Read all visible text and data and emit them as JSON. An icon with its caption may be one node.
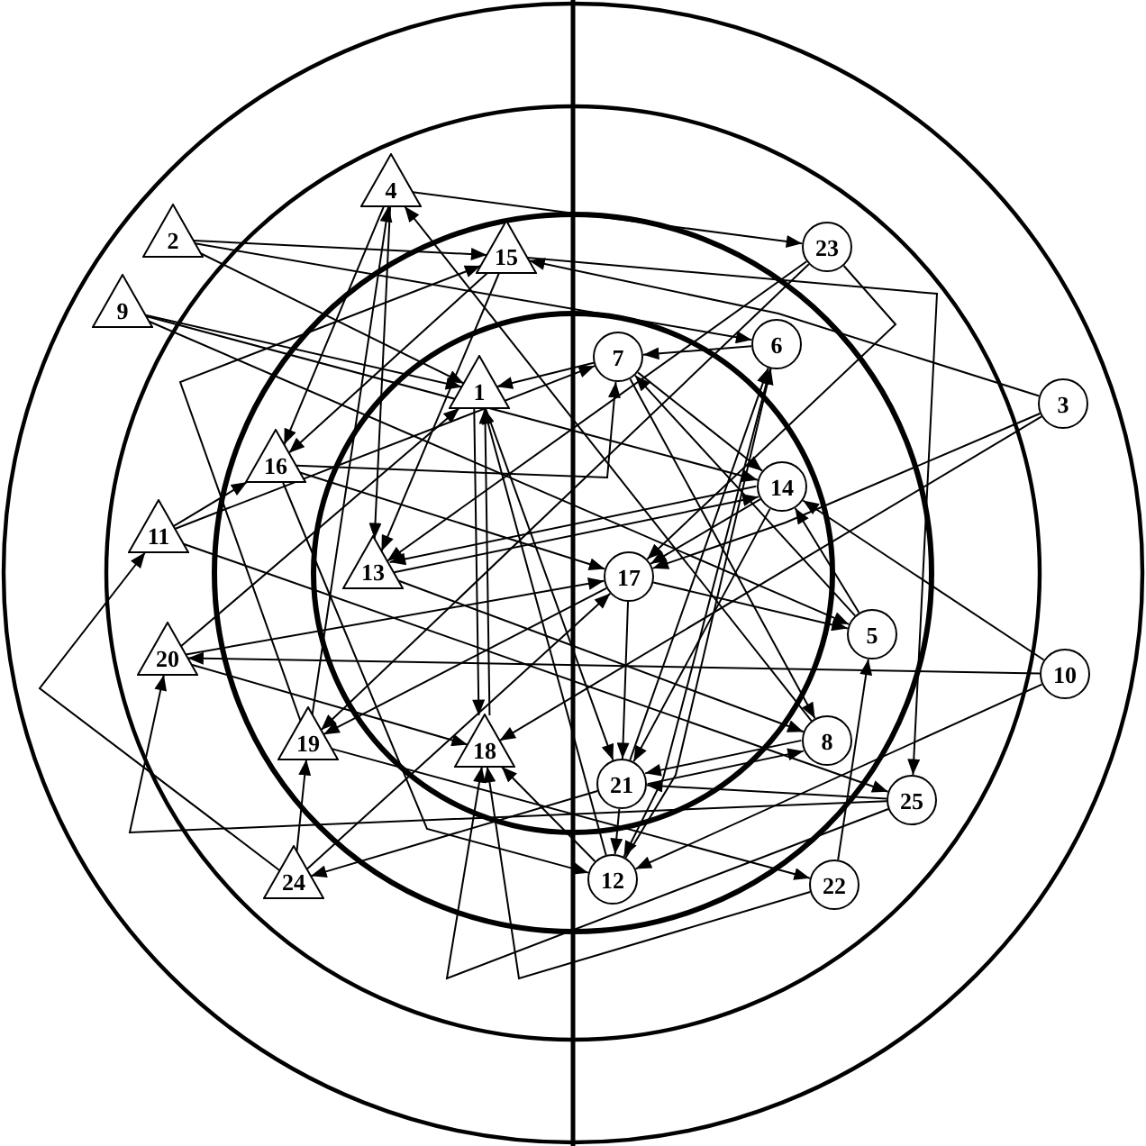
{
  "diagram": {
    "nodes": [
      {
        "text": [
          "1"
        ]
      },
      {
        "text": [
          "2"
        ]
      },
      {
        "text": [
          "3"
        ]
      },
      {
        "text": [
          "4"
        ]
      },
      {
        "text": [
          "5"
        ]
      },
      {
        "text": [
          "6"
        ]
      },
      {
        "text": [
          "7"
        ]
      },
      {
        "text": [
          "8"
        ]
      },
      {
        "text": [
          "9"
        ]
      },
      {
        "text": [
          "10"
        ]
      },
      {
        "text": [
          "11"
        ]
      },
      {
        "text": [
          "12"
        ]
      },
      {
        "text": [
          "13"
        ]
      },
      {
        "text": [
          "14"
        ]
      },
      {
        "text": [
          "15"
        ]
      },
      {
        "text": [
          "16"
        ]
      },
      {
        "text": [
          "17"
        ]
      },
      {
        "text": [
          "18"
        ]
      },
      {
        "text": [
          "19"
        ]
      },
      {
        "text": [
          "20"
        ]
      },
      {
        "text": [
          "21"
        ]
      },
      {
        "text": [
          "22"
        ]
      },
      {
        "text": [
          "23"
        ]
      },
      {
        "text": [
          "24"
        ]
      },
      {
        "text": [
          "25"
        ]
      }
    ],
    "edges": [
      {
        "from": 3,
        "to": 22,
        "arrow": "to"
      },
      {
        "from": 1,
        "to": 14,
        "arrow": "to"
      },
      {
        "from": 1,
        "to": 5,
        "arrow": "to"
      },
      {
        "from": 1,
        "to": 0,
        "arrow": "to"
      },
      {
        "from": 8,
        "to": 0,
        "arrow": "to"
      },
      {
        "from": 8,
        "to": 13,
        "arrow": "to"
      },
      {
        "from": 8,
        "to": 4,
        "arrow": "to"
      },
      {
        "from": 2,
        "to": 14,
        "arrow": "to"
      },
      {
        "from": 14,
        "to": 24,
        "arrow": "to"
      },
      {
        "from": 2,
        "to": 17,
        "arrow": "to"
      },
      {
        "from": 2,
        "to": 16,
        "arrow": "to"
      },
      {
        "from": 15,
        "to": 6,
        "arrow": "to"
      },
      {
        "from": 9,
        "to": 19,
        "arrow": "to"
      },
      {
        "from": 9,
        "to": 13,
        "arrow": "to"
      },
      {
        "from": 9,
        "to": 11,
        "arrow": "to"
      },
      {
        "from": 10,
        "to": 15,
        "arrow": "to"
      },
      {
        "from": 23,
        "to": 10,
        "arrow": "to"
      },
      {
        "from": 23,
        "to": 18,
        "arrow": "to"
      },
      {
        "from": 24,
        "to": 19,
        "arrow": "to"
      },
      {
        "from": 23,
        "to": 16,
        "arrow": "to"
      },
      {
        "from": 20,
        "to": 23,
        "arrow": "to"
      },
      {
        "from": 24,
        "to": 20,
        "arrow": "to"
      },
      {
        "from": 24,
        "to": 17,
        "arrow": "to"
      },
      {
        "from": 21,
        "to": 17,
        "arrow": "to"
      },
      {
        "from": 21,
        "to": 4,
        "arrow": "to"
      },
      {
        "from": 18,
        "to": 21,
        "arrow": "to"
      },
      {
        "from": 20,
        "to": 11,
        "arrow": "to"
      },
      {
        "from": 20,
        "to": 7,
        "arrow": "to"
      },
      {
        "from": 7,
        "to": 20,
        "arrow": "to"
      },
      {
        "from": 18,
        "to": 14,
        "arrow": "to"
      },
      {
        "from": 14,
        "to": 15,
        "arrow": "to"
      },
      {
        "from": 3,
        "to": 15,
        "arrow": "to"
      },
      {
        "from": 3,
        "to": 12,
        "arrow": "to"
      },
      {
        "from": 18,
        "to": 3,
        "arrow": "to"
      },
      {
        "from": 7,
        "to": 3,
        "arrow": "to"
      },
      {
        "from": 6,
        "to": 7,
        "arrow": "to"
      },
      {
        "from": 5,
        "to": 6,
        "arrow": "to"
      },
      {
        "from": 6,
        "to": 13,
        "arrow": "to"
      },
      {
        "from": 6,
        "to": 0,
        "arrow": "to"
      },
      {
        "from": 20,
        "to": 5,
        "arrow": "to"
      },
      {
        "from": 11,
        "to": 0,
        "arrow": "to"
      },
      {
        "from": 0,
        "to": 17,
        "arrow": "to"
      },
      {
        "from": 17,
        "to": 0,
        "arrow": "to"
      },
      {
        "from": 0,
        "to": 20,
        "arrow": "to"
      },
      {
        "from": 16,
        "to": 20,
        "arrow": "to"
      },
      {
        "from": 13,
        "to": 20,
        "arrow": "to"
      },
      {
        "from": 5,
        "to": 11,
        "arrow": "to"
      },
      {
        "from": 4,
        "to": 6,
        "arrow": "to"
      },
      {
        "from": 4,
        "to": 13,
        "arrow": "to"
      },
      {
        "from": 16,
        "to": 4,
        "arrow": "to"
      },
      {
        "from": 15,
        "to": 16,
        "arrow": "to"
      },
      {
        "from": 10,
        "to": 24,
        "arrow": "to"
      },
      {
        "from": 10,
        "to": 6,
        "arrow": "to"
      },
      {
        "from": 19,
        "to": 0,
        "arrow": "to"
      },
      {
        "from": 19,
        "to": 17,
        "arrow": "to"
      },
      {
        "from": 19,
        "to": 16,
        "arrow": "to"
      },
      {
        "from": 12,
        "to": 7,
        "arrow": "to"
      },
      {
        "from": 22,
        "to": 18,
        "arrow": "to"
      },
      {
        "from": 16,
        "to": 18,
        "arrow": "to"
      },
      {
        "from": 13,
        "to": 16,
        "arrow": "to"
      },
      {
        "from": 22,
        "to": 16,
        "arrow": "to"
      },
      {
        "from": 12,
        "to": 13,
        "arrow": "to"
      },
      {
        "from": 22,
        "to": 12,
        "arrow": "to"
      },
      {
        "from": 11,
        "to": 5,
        "arrow": "to"
      },
      {
        "from": 15,
        "to": 11,
        "arrow": "to"
      },
      {
        "from": 14,
        "to": 12,
        "arrow": "to"
      },
      {
        "from": 11,
        "to": 17,
        "arrow": "to"
      },
      {
        "from": 13,
        "to": 12,
        "arrow": "to"
      }
    ]
  }
}
